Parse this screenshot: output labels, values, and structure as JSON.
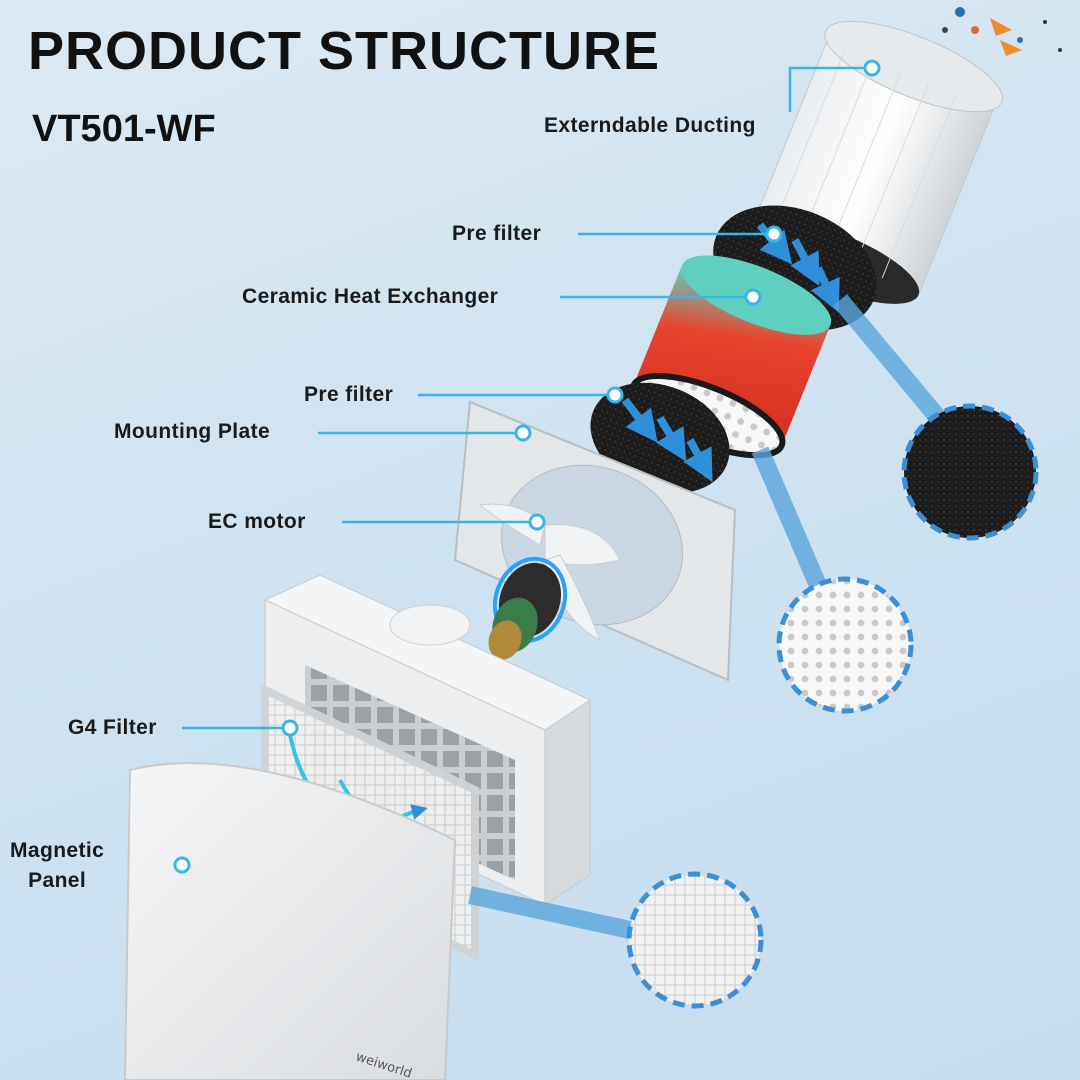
{
  "header": {
    "title": "PRODUCT STRUCTURE",
    "model": "VT501-WF"
  },
  "components": {
    "externdable_ducting": "Externdable Ducting",
    "pre_filter_top": "Pre filter",
    "ceramic_heat_exchanger": "Ceramic Heat Exchanger",
    "pre_filter_mid": "Pre filter",
    "mounting_plate": "Mounting Plate",
    "ec_motor": "EC motor",
    "g4_filter": "G4 Filter",
    "magnetic_panel_line1": "Magnetic",
    "magnetic_panel_line2": "Panel"
  },
  "brand": {
    "logo_text": "weiworld"
  },
  "colors": {
    "leader": "#39b6e6",
    "heat_red": "#e8452f",
    "heat_teal": "#5fd0c0",
    "arrow_blue": "#2f8fd8"
  }
}
